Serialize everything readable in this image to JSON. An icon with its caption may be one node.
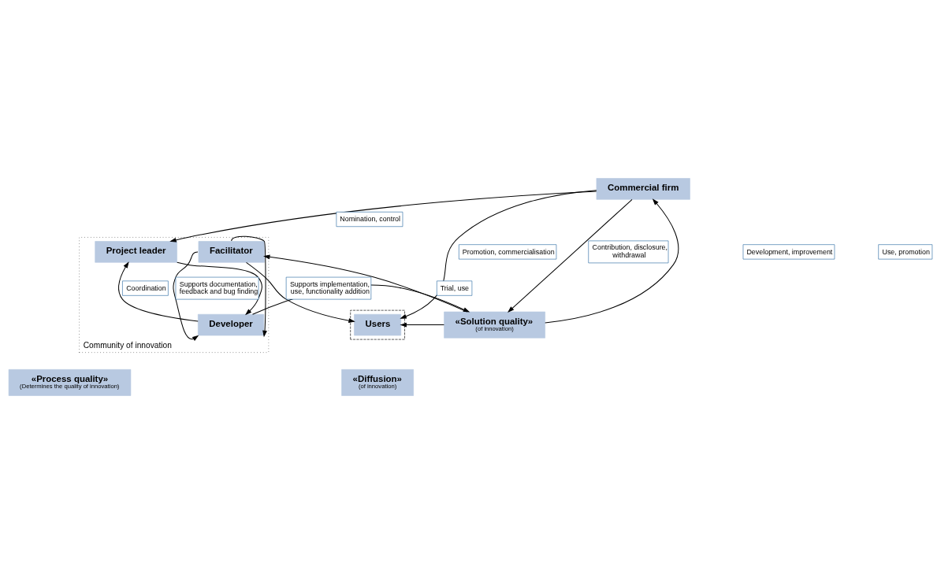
{
  "diagram": {
    "nodes": [
      {
        "text": [
          "Commercial firm"
        ]
      },
      {
        "text": [
          "Community of innovation"
        ]
      },
      {
        "text": [
          "Project leader"
        ],
        "in": 1
      },
      {
        "text": [
          "Developer"
        ],
        "in": 1
      },
      {
        "text": [
          "Facilitator"
        ],
        "in": 1
      },
      {
        "text": [
          "«Solution quality»",
          "(of innovation)"
        ]
      },
      {
        "text": [],
        "shape": "box"
      },
      {
        "text": [
          "Users"
        ],
        "in": 6
      },
      {
        "text": [
          "«Process quality»",
          "(Determines the quality of innovation)"
        ]
      },
      {
        "text": [
          "«Diffusion»",
          "(of innovation)"
        ]
      }
    ],
    "edges": [
      {
        "from": 0,
        "to": 2,
        "arrow": "to",
        "label": "Nomination, control"
      },
      {
        "from": 0,
        "to": 7,
        "arrow": "to",
        "label": "Promotion, commercialisation"
      },
      {
        "from": 0,
        "to": 5,
        "arrow": "to",
        "label": "Contribution, disclosure, withdrawal"
      },
      {
        "from": 5,
        "to": 0,
        "arrow": "to"
      },
      {
        "from": 2,
        "to": 3,
        "arrow": "to"
      },
      {
        "from": 3,
        "to": 2,
        "arrow": "to",
        "label": "Coordination"
      },
      {
        "from": 3,
        "to": 5,
        "arrow": "to"
      },
      {
        "from": 4,
        "to": 3,
        "arrow": "to",
        "label": "Supports documentation, feedback and bug finding"
      },
      {
        "from": 4,
        "to": 3,
        "arrow": "to"
      },
      {
        "from": 5,
        "to": 4,
        "arrow": "to",
        "label": "Trial, use"
      },
      {
        "from": 5,
        "to": 7,
        "arrow": "to"
      },
      {
        "from": 4,
        "to": 7,
        "arrow": "to",
        "label": "Supports implementation, use, functionality addition"
      }
    ],
    "labels": [
      "Development, improvement",
      "Use, promotion"
    ]
  }
}
